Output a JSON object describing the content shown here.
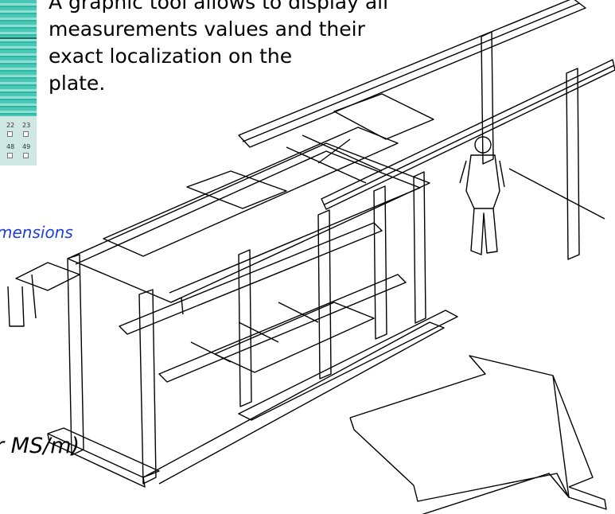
{
  "caption": {
    "lines": [
      "A graphic tool allows to display all",
      "measurements values and their",
      "exact localization on the",
      "plate."
    ]
  },
  "thumbnail": {
    "labels": [
      "22",
      "23",
      "48",
      "49"
    ]
  },
  "side_texts": {
    "dimensions": "mensions",
    "units": "r MS/m)"
  }
}
